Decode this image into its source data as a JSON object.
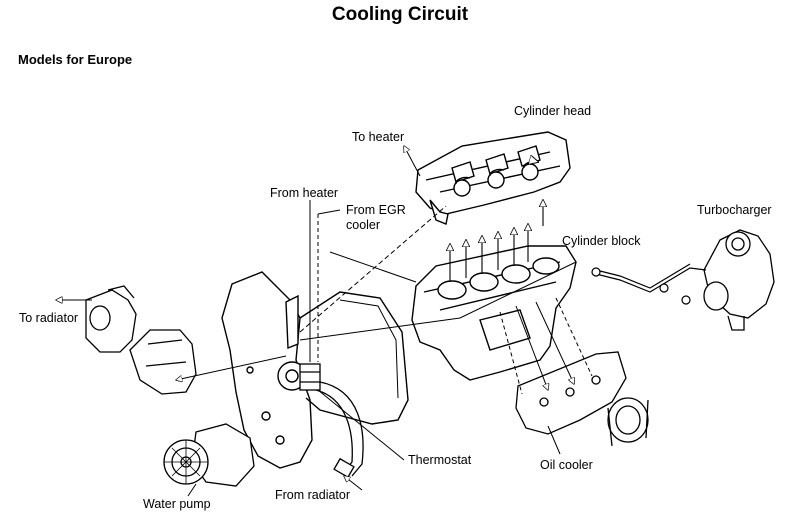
{
  "title": "Cooling Circuit",
  "subtitle": "Models for Europe",
  "labels": {
    "cylinder_head": "Cylinder head",
    "to_heater": "To heater",
    "from_heater": "From heater",
    "from_egr_cooler_line1": "From EGR",
    "from_egr_cooler_line2": "cooler",
    "turbocharger": "Turbocharger",
    "cylinder_block": "Cylinder block",
    "to_radiator": "To radiator",
    "thermostat": "Thermostat",
    "oil_cooler": "Oil cooler",
    "water_pump": "Water pump",
    "from_radiator": "From radiator"
  }
}
